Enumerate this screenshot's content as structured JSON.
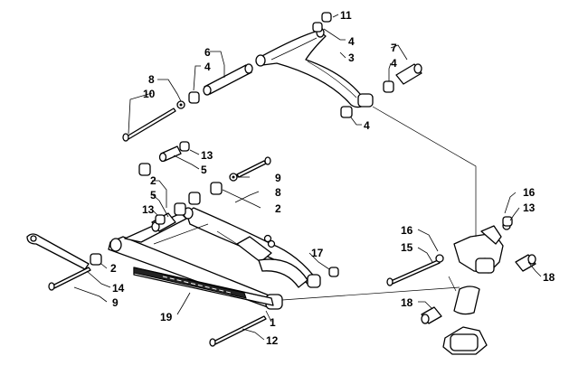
{
  "callouts": {
    "c1": "1",
    "c2a": "2",
    "c2b": "2",
    "c2c": "2",
    "c3": "3",
    "c4a": "4",
    "c4b": "4",
    "c4c": "4",
    "c4d": "4",
    "c5a": "5",
    "c5b": "5",
    "c6": "6",
    "c7": "7",
    "c8a": "8",
    "c8b": "8",
    "c9a": "9",
    "c9b": "9",
    "c10": "10",
    "c11": "11",
    "c12": "12",
    "c13a": "13",
    "c13b": "13",
    "c13c": "13",
    "c14": "14",
    "c15": "15",
    "c16a": "16",
    "c16b": "16",
    "c17": "17",
    "c18a": "18",
    "c18b": "18",
    "c19": "19"
  }
}
